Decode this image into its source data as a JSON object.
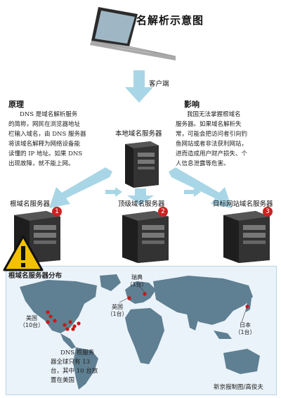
{
  "title": "域名解析示意图",
  "client_label": "客户端",
  "principle": {
    "heading": "原理",
    "lines": [
      "DNS 是域名解析服务",
      "的简称，网民在浏览器地址",
      "栏输入域名，由 DNS 服务器",
      "将该域名解释为网络设备能",
      "读懂的 IP 地址。如果 DNS",
      "出现故障，就不能上网。"
    ]
  },
  "impact": {
    "heading": "影响",
    "lines": [
      "我国无法掌握根域名",
      "服务器。如果域名解析失",
      "常，可能会把访问者引向钓",
      "鱼网站或者非法获利网站，",
      "进而造成用户财产损失、个",
      "人信息泄露等危害。"
    ]
  },
  "local_server_label": "本地域名服务器",
  "servers": [
    {
      "label": "根域名服务器",
      "number": "1"
    },
    {
      "label": "顶级域名服务器",
      "number": "2"
    },
    {
      "label": "目标网站域名服务器",
      "number": "3"
    }
  ],
  "map": {
    "title": "根域名服务器分布",
    "countries": [
      {
        "name": "美国",
        "count": "（10台）"
      },
      {
        "name": "瑞典",
        "count": "（1台）"
      },
      {
        "name": "英国",
        "count": "（1台）"
      },
      {
        "name": "日本",
        "count": "（1台）"
      }
    ],
    "note_lines": [
      "DNS 根服务",
      "器全球只有 13",
      "台，其中 10 台放",
      "置在美国"
    ],
    "credit": "新京报制图/高俊夫"
  },
  "colors": {
    "arrow": "#a8d6e6",
    "badge": "#cc2222",
    "server_body": "#2a2a2a",
    "map_land": "#5f7f92",
    "map_sea": "#eaf3fa",
    "marker": "#c41a1a",
    "warning": "#f2c200"
  }
}
